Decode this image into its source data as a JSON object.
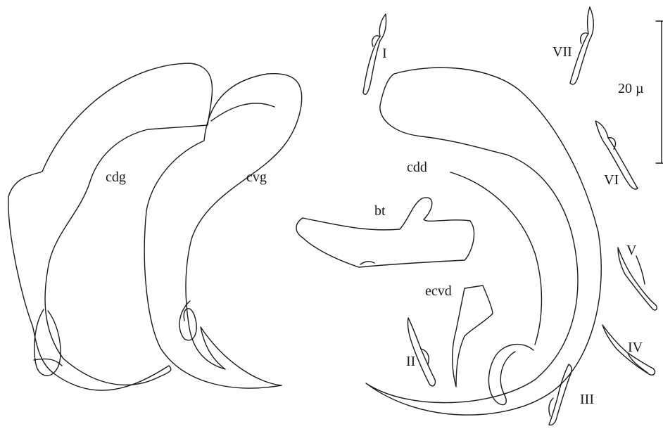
{
  "labels": {
    "cdg": "cdg",
    "cvg": "cvg",
    "cdd": "cdd",
    "bt": "bt",
    "ecvd": "ecvd",
    "hook_1": "I",
    "hook_2": "II",
    "hook_3": "III",
    "hook_4": "IV",
    "hook_5": "V",
    "hook_6": "VI",
    "hook_7": "VII",
    "scale": "20 µ"
  },
  "colors": {
    "ink": "#1a1a1a",
    "background": "#ffffff"
  }
}
